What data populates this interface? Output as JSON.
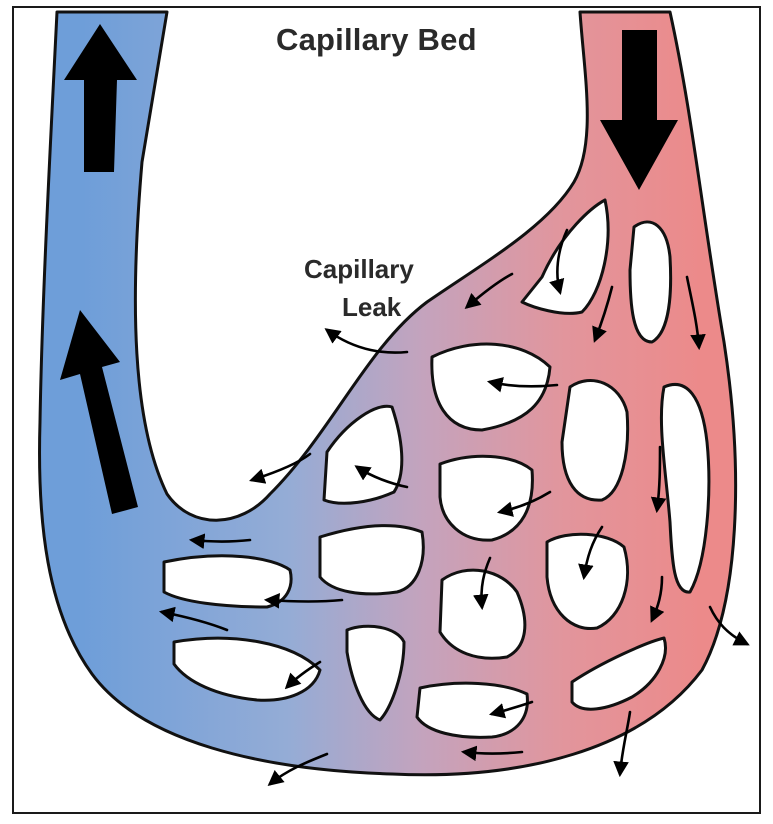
{
  "title": "Capillary Bed",
  "annotation": {
    "line1": "Capillary",
    "line2": "Leak"
  },
  "colors": {
    "arterial": "#e98b8b",
    "venous": "#6e9ed9",
    "outline": "#111111",
    "arrow": "#000000"
  },
  "icons": [
    "large-flow-arrow-icon",
    "leak-arrow-icon"
  ]
}
